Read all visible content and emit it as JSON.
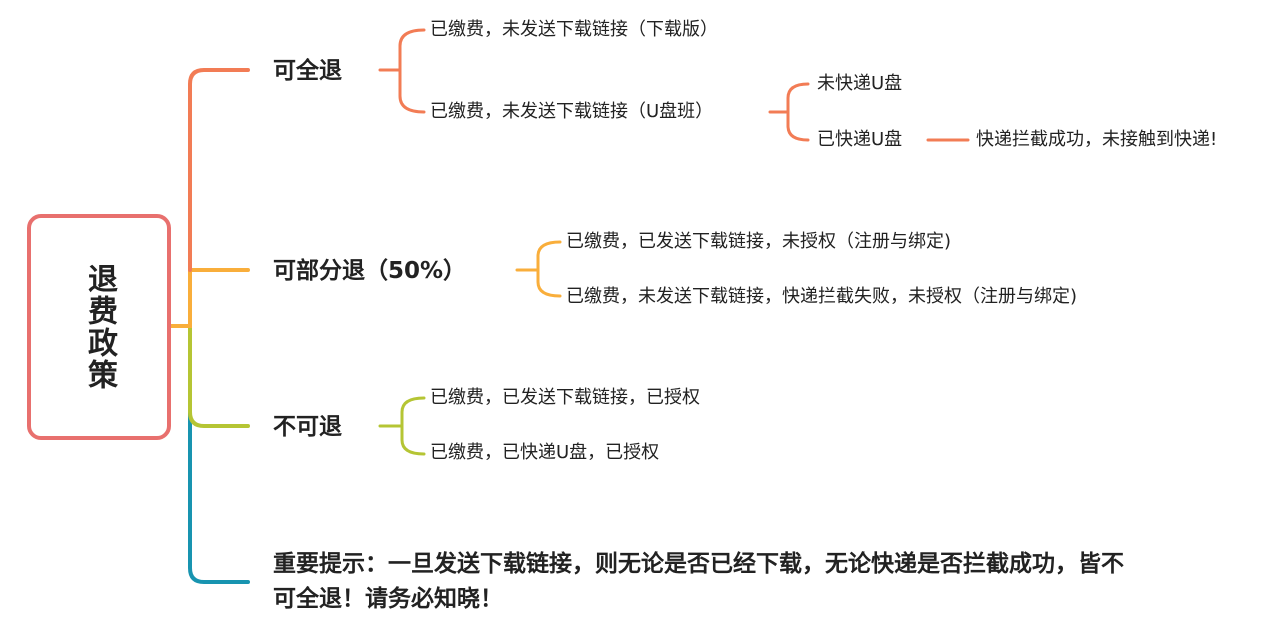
{
  "root": {
    "title": "退费政策"
  },
  "branches": {
    "full": {
      "label": "可全退",
      "items": {
        "download": "已缴费，未发送下载链接（下载版）",
        "usb": "已缴费，未发送下载链接（U盘班）"
      },
      "usb_children": {
        "not_shipped": "未快递U盘",
        "shipped": "已快递U盘",
        "shipped_detail": "快递拦截成功，未接触到快递!"
      }
    },
    "partial": {
      "label": "可部分退（50%）",
      "items": {
        "first": "已缴费，已发送下载链接，未授权（注册与绑定)",
        "second": "已缴费，未发送下载链接，快递拦截失败，未授权（注册与绑定)"
      }
    },
    "none": {
      "label": "不可退",
      "items": {
        "first": "已缴费，已发送下载链接，已授权",
        "second": "已缴费，已快递U盘，已授权"
      }
    },
    "tip": {
      "text": "重要提示：一旦发送下载链接，则无论是否已经下载，无论快递是否拦截成功，皆不可全退！请务必知晓！"
    }
  },
  "colors": {
    "root_border": "#e8706e",
    "full_branch": "#f27c55",
    "partial_branch": "#f9ae3b",
    "none_branch": "#b5c534",
    "tip_branch": "#1894b0"
  }
}
